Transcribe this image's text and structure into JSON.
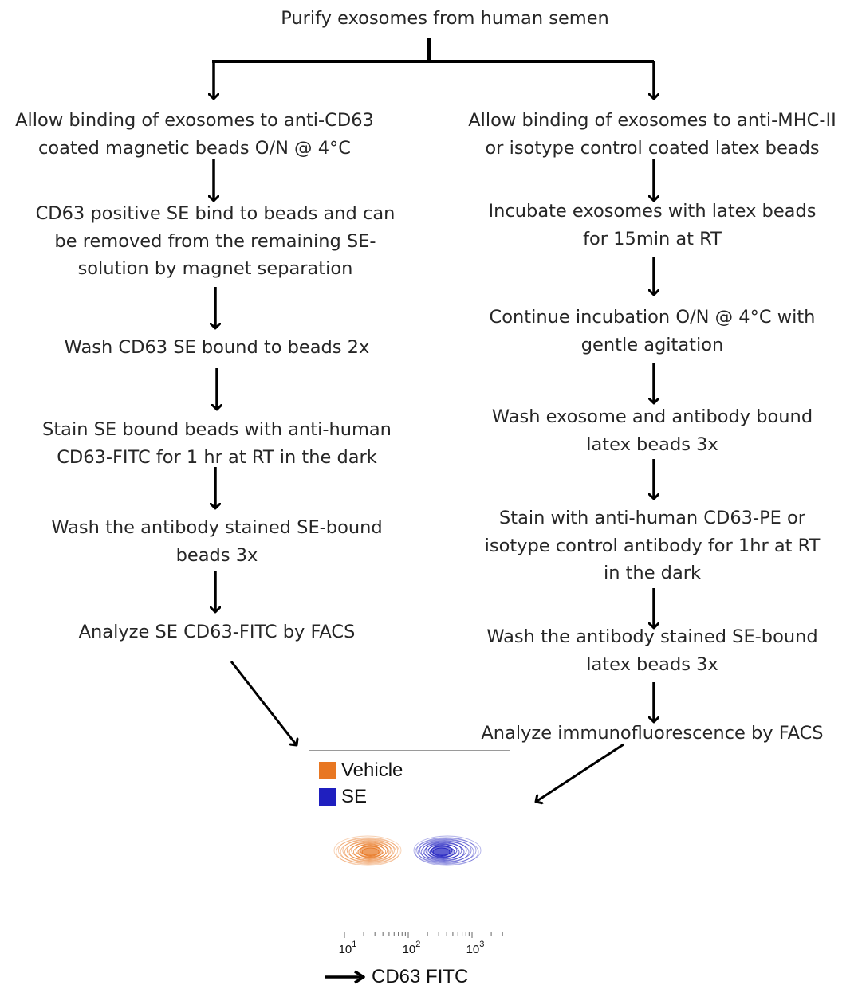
{
  "flowchart": {
    "start": {
      "lines": [
        "Purify exosomes from human semen"
      ]
    },
    "left_branch": [
      {
        "lines": [
          "Allow binding of exosomes to anti-CD63",
          "coated magnetic beads O/N @ 4°C"
        ]
      },
      {
        "lines": [
          "CD63 positive SE bind to beads and can",
          "be removed from the remaining SE-",
          "solution by magnet separation"
        ]
      },
      {
        "lines": [
          "Wash CD63 SE bound to beads 2x"
        ]
      },
      {
        "lines": [
          "Stain SE bound beads with anti-human",
          "CD63-FITC for 1 hr at RT in the dark"
        ]
      },
      {
        "lines": [
          "Wash the antibody stained SE-bound",
          "beads 3x"
        ]
      },
      {
        "lines": [
          "Analyze SE CD63-FITC by FACS"
        ]
      }
    ],
    "right_branch": [
      {
        "lines": [
          "Allow binding of exosomes to anti-MHC-II",
          "or isotype control coated latex beads"
        ]
      },
      {
        "lines": [
          "Incubate exosomes with latex beads",
          "for 15min at RT"
        ]
      },
      {
        "lines": [
          "Continue incubation O/N @ 4°C with",
          "gentle agitation"
        ]
      },
      {
        "lines": [
          "Wash exosome and antibody bound",
          "latex beads 3x"
        ]
      },
      {
        "lines": [
          "Stain with anti-human CD63-PE or",
          "isotype control antibody for 1hr at RT",
          "in the dark"
        ]
      },
      {
        "lines": [
          "Wash the antibody stained SE-bound",
          "latex beads 3x"
        ]
      },
      {
        "lines": [
          "Analyze immunofluorescence by FACS"
        ]
      }
    ]
  },
  "facs_plot": {
    "legend": [
      {
        "name": "Vehicle",
        "color": "#e87722"
      },
      {
        "name": "SE",
        "color": "#1f1fbf"
      }
    ],
    "x_axis": {
      "label": "CD63 FITC",
      "scale": "log",
      "ticks": [
        {
          "base": "10",
          "exp": "1"
        },
        {
          "base": "10",
          "exp": "2"
        },
        {
          "base": "10",
          "exp": "3"
        }
      ]
    },
    "populations": [
      {
        "series": "Vehicle",
        "center_log10": 1.4,
        "color": "#e87722"
      },
      {
        "series": "SE",
        "center_log10": 2.5,
        "color": "#1f1fbf"
      }
    ]
  }
}
